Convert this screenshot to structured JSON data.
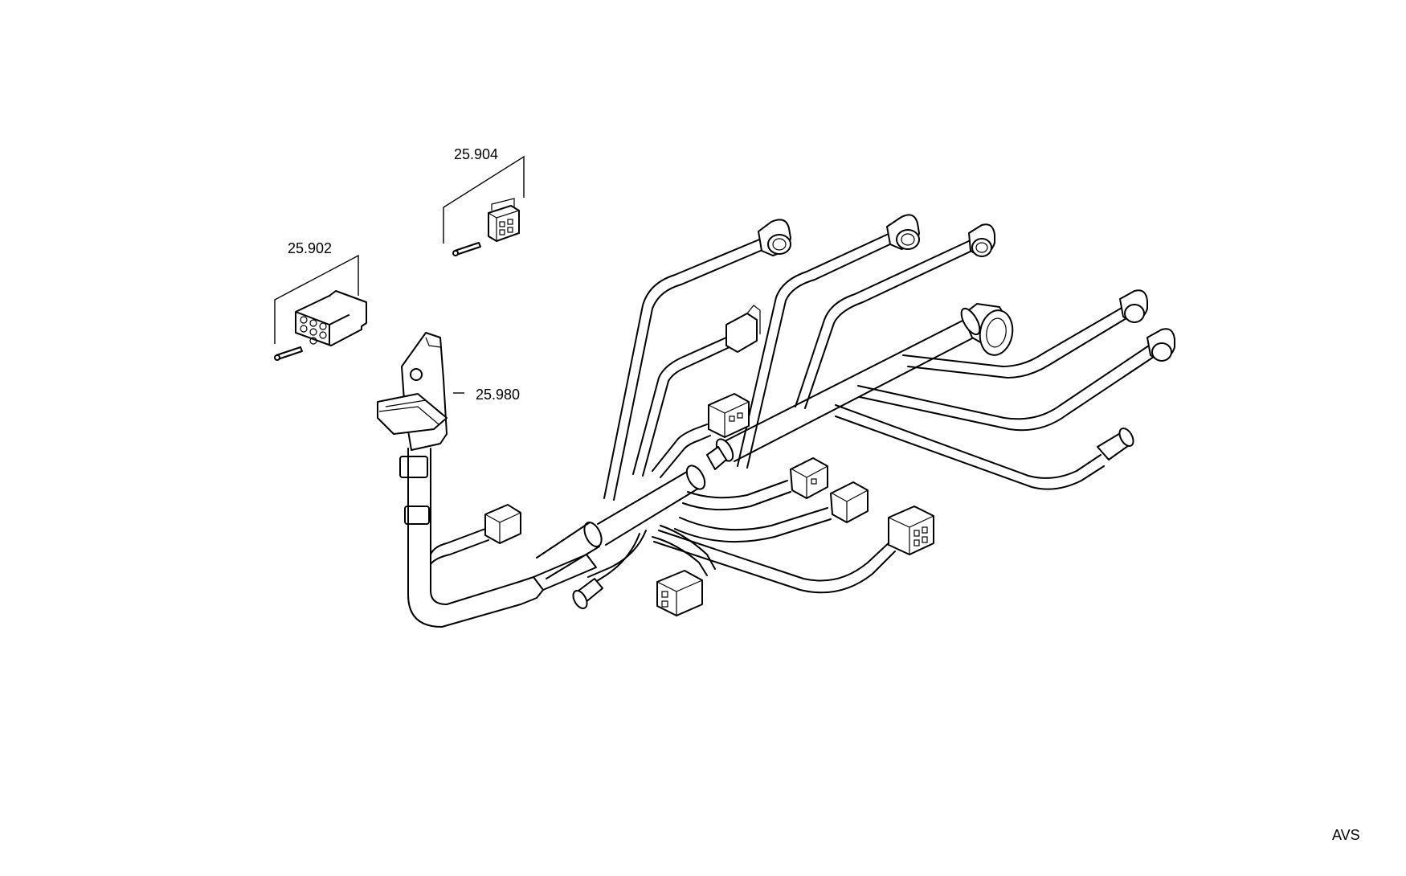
{
  "callouts": {
    "part_25_904": "25.904",
    "part_25_902": "25.902",
    "part_25_980": "25.980"
  },
  "footer": {
    "code": "AVS"
  }
}
